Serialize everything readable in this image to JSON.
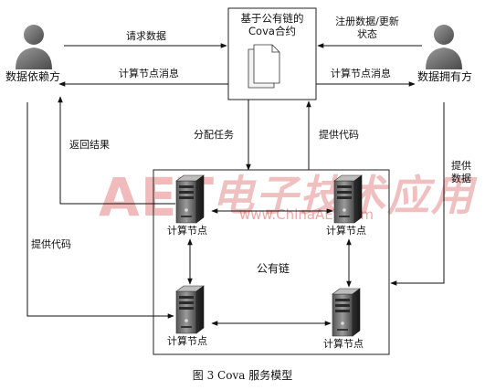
{
  "contract": {
    "title_line1": "基于公有链的",
    "title_line2": "Cova合约"
  },
  "actors": {
    "requester": "数据依赖方",
    "owner": "数据拥有方"
  },
  "edges": {
    "request_data": "请求数据",
    "compute_msg_left": "计算节点消息",
    "register_line1": "注册数据/更新",
    "register_line2": "状态",
    "compute_msg_right": "计算节点消息",
    "return_result": "返回结果",
    "assign_task": "分配任务",
    "provide_code_top": "提供代码",
    "provide_data_line1": "提供",
    "provide_data_line2": "数据",
    "provide_code_left": "提供代码"
  },
  "chain": {
    "label": "公有链",
    "nodes": [
      "计算节点",
      "计算节点",
      "计算节点",
      "计算节点"
    ]
  },
  "watermark": {
    "logo": "AET",
    "art": "电子技术应用",
    "url": "www.ChinaAET.com"
  },
  "caption": "图 3   Cova 服务模型"
}
